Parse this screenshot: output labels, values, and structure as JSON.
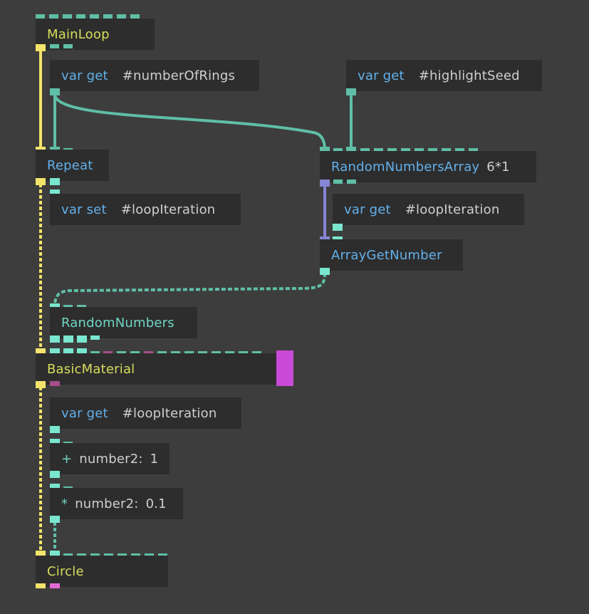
{
  "colors": {
    "background": "#3d3d3d",
    "op_bg": "#2d2d2d",
    "trigger_yellow": "#f3e36a",
    "value_teal": "#5fbfa6",
    "value_teal_bright": "#79e6cf",
    "array_purple": "#8686d4",
    "object_magenta": "#c84ad6",
    "texture_pink": "#a64d8a"
  },
  "ops": {
    "mainloop": {
      "title": "MainLoop"
    },
    "var_get_rings": {
      "keyword": "var get",
      "variable": "#numberOfRings"
    },
    "var_get_seed": {
      "keyword": "var get",
      "variable": "#highlightSeed"
    },
    "repeat": {
      "title": "Repeat"
    },
    "random_numbers_array": {
      "title": "RandomNumbersArray",
      "extra": "6*1"
    },
    "var_set_loop": {
      "keyword": "var set",
      "variable": "#loopIteration"
    },
    "var_get_loop_a": {
      "keyword": "var get",
      "variable": "#loopIteration"
    },
    "array_get_number": {
      "title": "ArrayGetNumber"
    },
    "random_numbers": {
      "title": "RandomNumbers"
    },
    "basic_material": {
      "title": "BasicMaterial"
    },
    "var_get_loop_b": {
      "keyword": "var get",
      "variable": "#loopIteration"
    },
    "plus_op": {
      "symbol": "+",
      "label": "number2:",
      "value": "1"
    },
    "mult_op": {
      "symbol": "*",
      "label": "number2:",
      "value": "0.1"
    },
    "circle": {
      "title": "Circle"
    }
  }
}
